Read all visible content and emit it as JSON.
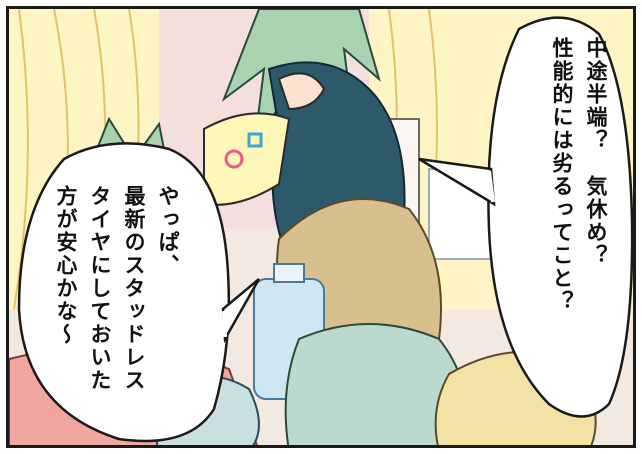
{
  "panel": {
    "bubble_right": {
      "line1": "中途半端？　気休め？",
      "line2": "性能的には劣るってこと？"
    },
    "bubble_left": {
      "line1": "やっぱ、",
      "line2": "最新のスタッドレス",
      "line3": "タイヤにしておいた",
      "line4": "方が安心かな～"
    }
  },
  "colors": {
    "curtain": "#fff4c4",
    "plant": "#a9d3b0",
    "hair": "#2d5a6b",
    "chair": "#d8c08e",
    "sleeve": "#fff7b8",
    "cushion": "#f3e2a6",
    "rug": "#f2a6a0"
  }
}
